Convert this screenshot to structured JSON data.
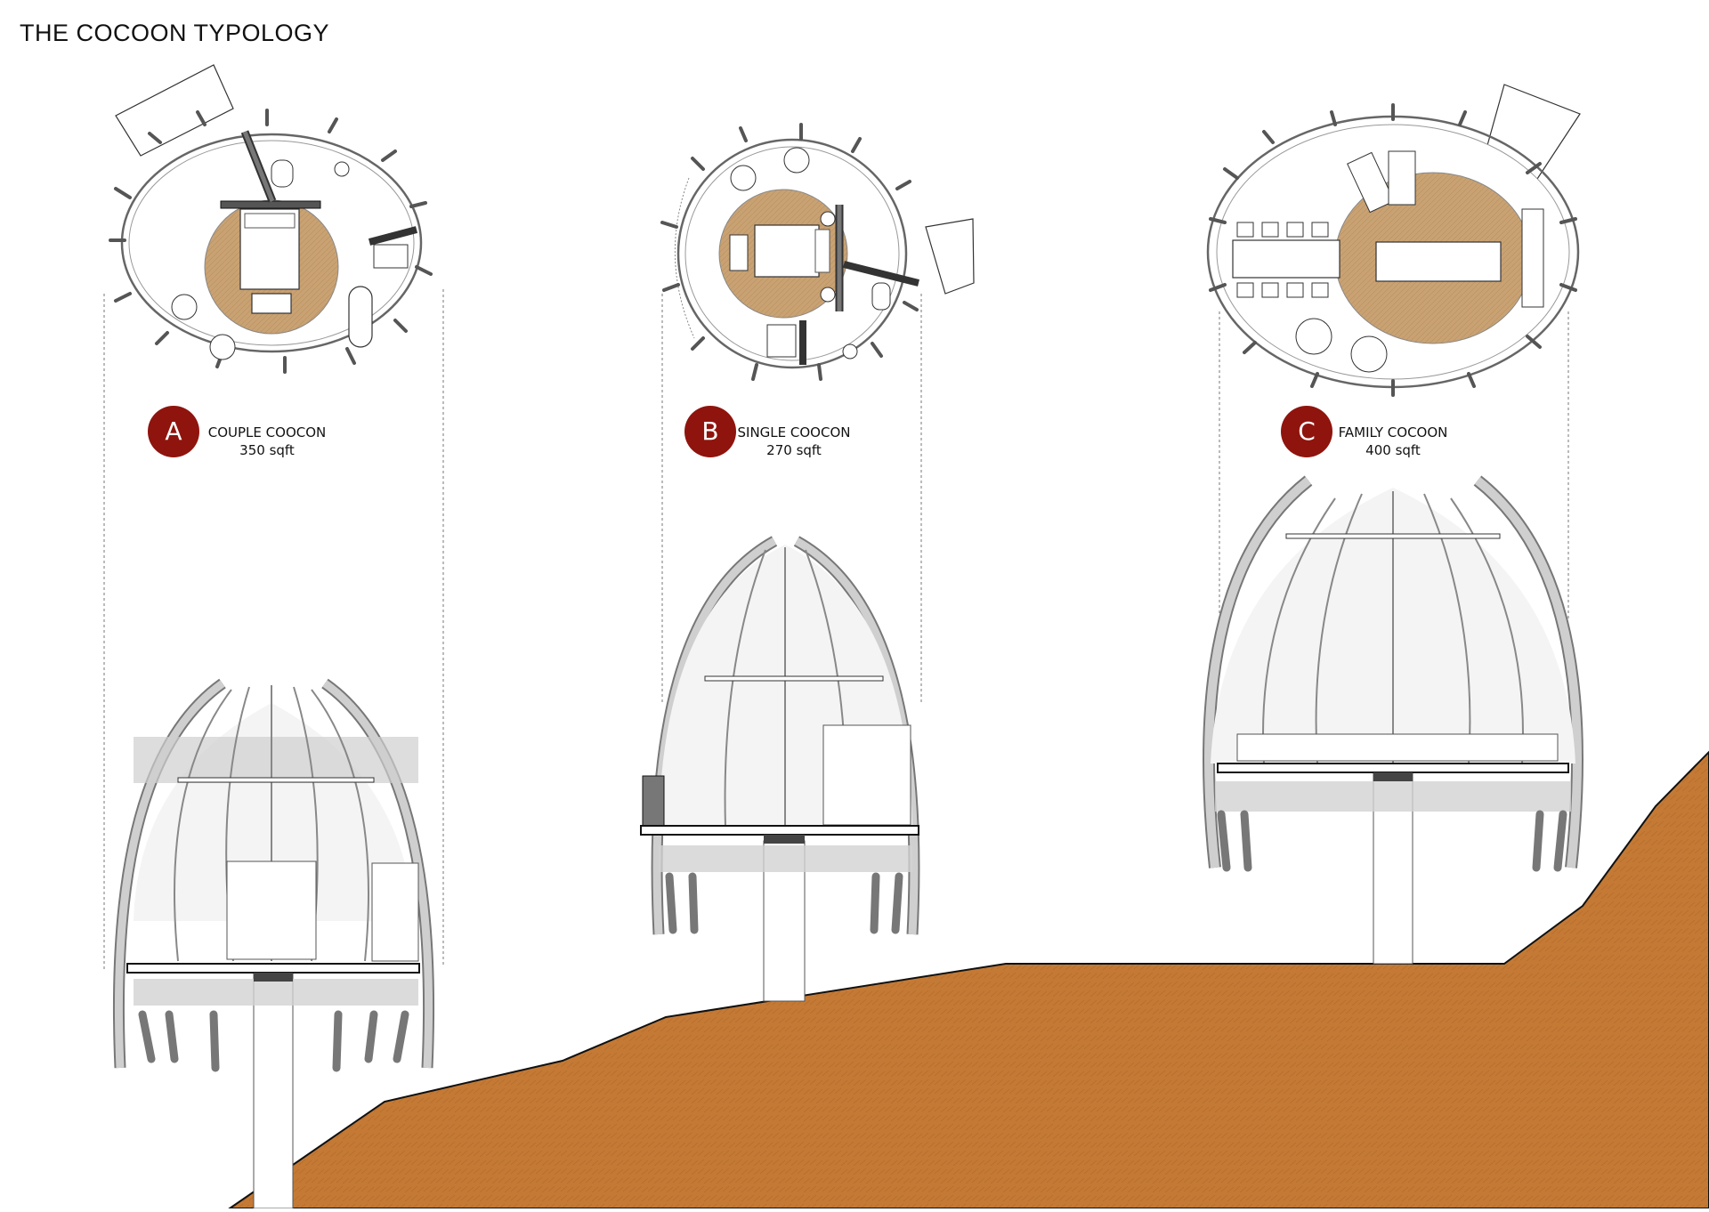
{
  "title": "THE COCOON TYPOLOGY",
  "units": [
    {
      "letter": "A",
      "name": "COUPLE COOCON",
      "area": "350 sqft"
    },
    {
      "letter": "B",
      "name": "SINGLE COOCON",
      "area": "270 sqft"
    },
    {
      "letter": "C",
      "name": "FAMILY COCOON",
      "area": "400 sqft"
    }
  ],
  "colors": {
    "badge": "#8f140e",
    "terrain": "#c47a35",
    "floor_wood": "#c9a273",
    "shell": "#8a8a8a",
    "shade": "#d2d2d2"
  }
}
